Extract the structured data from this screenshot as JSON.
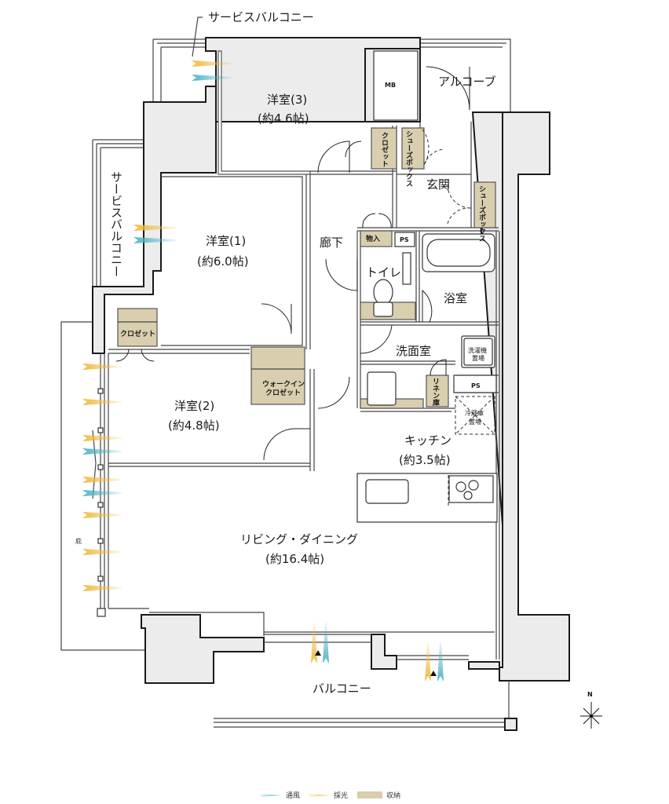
{
  "plan": {
    "rooms": {
      "western3": {
        "name": "洋室(3)",
        "area": "(約4.6帖)"
      },
      "western1": {
        "name": "洋室(1)",
        "area": "(約6.0帖)"
      },
      "western2": {
        "name": "洋室(2)",
        "area": "(約4.8帖)"
      },
      "kitchen": {
        "name": "キッチン",
        "area": "(約3.5帖)"
      },
      "living": {
        "name": "リビング・ダイニング",
        "area": "(約16.4帖)"
      }
    },
    "labels": {
      "service_balcony_top": "サービスバルコニー",
      "service_balcony_left": "サービスバルコニー",
      "mb": "MB",
      "alcove": "アルコーブ",
      "closet_w3": "クロゼット",
      "shoe_box_1": "シューズボックス",
      "entrance": "玄関",
      "shoe_box_2": "シューズボックス",
      "storage_small": "物入",
      "ps_1": "PS",
      "hallway": "廊下",
      "toilet": "トイレ",
      "bathroom": "浴室",
      "closet_w1": "クロゼット",
      "walk_in_closet_1": "ウォークイン",
      "walk_in_closet_2": "クロゼット",
      "washroom": "洗面室",
      "washer_1": "洗濯機",
      "washer_2": "置場",
      "linen": "リネン庫",
      "ps_2": "PS",
      "fridge_1": "冷蔵庫",
      "fridge_2": "置場",
      "eaves": "庇",
      "balcony": "バルコニー",
      "north": "N"
    }
  },
  "legend": {
    "items": [
      {
        "label": "通風",
        "kind": "ventilation",
        "color": "#4fb3c4"
      },
      {
        "label": "採光",
        "kind": "daylight",
        "color": "#f0b93a"
      },
      {
        "label": "収納",
        "kind": "storage",
        "color": "#d9ceae"
      }
    ]
  },
  "colors": {
    "wall_fill": "#ececec",
    "storage_fill": "#d9ceae",
    "ventilation": "#4fb3c4",
    "daylight": "#f0b93a"
  }
}
